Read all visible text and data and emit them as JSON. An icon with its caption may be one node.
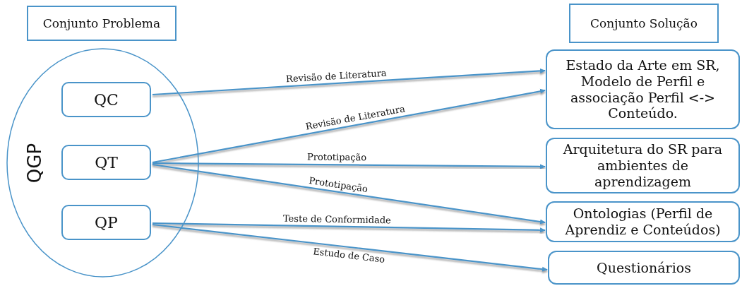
{
  "diagram": {
    "nodes": [
      {
        "text": [
          "Conjunto Problema"
        ]
      },
      {
        "text": [
          "QGP"
        ]
      },
      {
        "text": [
          "QC"
        ],
        "in": 1
      },
      {
        "text": [
          "QT"
        ],
        "in": 1
      },
      {
        "text": [
          "QP"
        ],
        "in": 1
      },
      {
        "text": [
          "Conjunto Solução"
        ]
      },
      {
        "text": [
          "Estado da Arte em SR, Modelo de Perfil e associação Perfil <-> Conteúdo."
        ]
      },
      {
        "text": [
          "Arquitetura do SR para ambientes de aprendizagem"
        ]
      },
      {
        "text": [
          "Ontologias (Perfil de Aprendiz e Conteúdos)"
        ]
      },
      {
        "text": [
          "Questionários"
        ]
      }
    ],
    "edges": [
      {
        "from": 2,
        "to": 6,
        "arrow": "to",
        "label": "Revisão de Literatura"
      },
      {
        "from": 3,
        "to": 6,
        "arrow": "to",
        "label": "Revisão de Literatura"
      },
      {
        "from": 3,
        "to": 7,
        "arrow": "to",
        "label": "Prototipação"
      },
      {
        "from": 3,
        "to": 8,
        "arrow": "to",
        "label": "Prototipação"
      },
      {
        "from": 4,
        "to": 8,
        "arrow": "to",
        "label": "Teste de Conformidade"
      },
      {
        "from": 4,
        "to": 9,
        "arrow": "to",
        "label": "Estudo de Caso"
      }
    ]
  }
}
